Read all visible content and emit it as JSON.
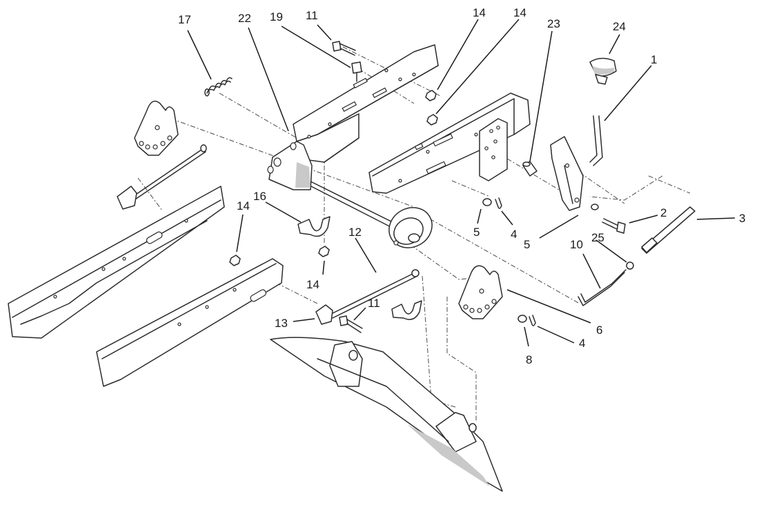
{
  "callouts": {
    "c1": "1",
    "c2": "2",
    "c3": "3",
    "c4a": "4",
    "c4b": "4",
    "c5a": "5",
    "c5b": "5",
    "c6": "6",
    "c8": "8",
    "c10": "10",
    "c11a": "11",
    "c11b": "11",
    "c12": "12",
    "c13": "13",
    "c14a": "14",
    "c14b": "14",
    "c14c": "14",
    "c14d": "14",
    "c16": "16",
    "c17": "17",
    "c19": "19",
    "c22": "22",
    "c23": "23",
    "c24": "24",
    "c25": "25"
  }
}
